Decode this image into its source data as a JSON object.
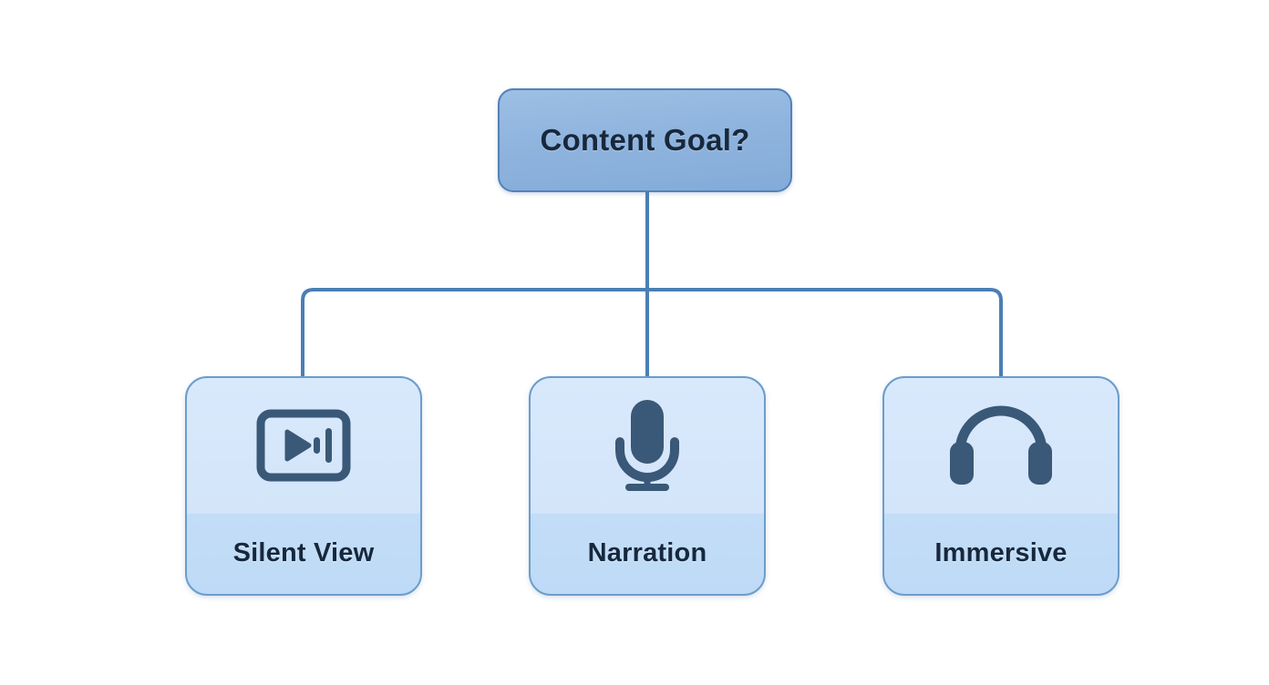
{
  "diagram": {
    "type": "decision-tree",
    "orientation": "top-down",
    "root": {
      "id": "content-goal",
      "label": "Content Goal?",
      "shape": "rounded-rectangle",
      "fill": "#8fb4de",
      "border": "#5282b8",
      "text_color": "#18283c"
    },
    "connector": {
      "color": "#4a7fb5",
      "stroke_width": 4,
      "corner_radius": 12,
      "style": "orthogonal-elbow"
    },
    "options": [
      {
        "id": "silent-view",
        "label": "Silent View",
        "icon": "screen-play-mute-icon",
        "fill": "#d3e5fa",
        "band_fill": "#c3ddf7",
        "border": "#6b9dcb",
        "text_color": "#16283d"
      },
      {
        "id": "narration",
        "label": "Narration",
        "icon": "microphone-icon",
        "fill": "#d3e5fa",
        "band_fill": "#c3ddf7",
        "border": "#6b9dcb",
        "text_color": "#16283d"
      },
      {
        "id": "immersive",
        "label": "Immersive",
        "icon": "headphones-icon",
        "fill": "#d3e5fa",
        "band_fill": "#c3ddf7",
        "border": "#6b9dcb",
        "text_color": "#16283d"
      }
    ],
    "icon_color": "#3a5877",
    "background": "#ffffff"
  }
}
